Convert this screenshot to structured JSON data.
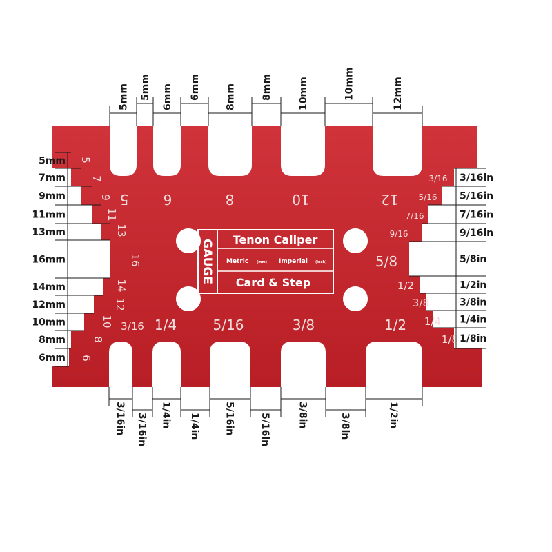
{
  "card": {
    "side_label": "GAUGE",
    "title": "Tenon Caliper",
    "metric_label": "Metric",
    "metric_unit": "(mm)",
    "imperial_label": "Imperial",
    "imperial_unit": "(inch)",
    "subtitle": "Card & Step",
    "color": "#c3252c"
  },
  "top_slot_dims": [
    "5mm",
    "5mm",
    "6mm",
    "6mm",
    "8mm",
    "8mm",
    "10mm",
    "10mm",
    "12mm"
  ],
  "top_engravings": [
    "5",
    "6",
    "8",
    "10",
    "12"
  ],
  "bottom_slot_dims": [
    "3/16in",
    "3/16in",
    "1/4in",
    "1/4in",
    "5/16in",
    "5/16in",
    "3/8in",
    "3/8in",
    "1/2in"
  ],
  "bottom_engravings": [
    "3/16",
    "1/4",
    "5/16",
    "3/8",
    "1/2"
  ],
  "left_steps": [
    "5mm",
    "7mm",
    "9mm",
    "11mm",
    "13mm",
    "16mm",
    "14mm",
    "12mm",
    "10mm",
    "8mm",
    "6mm"
  ],
  "left_engravings": [
    "5",
    "7",
    "9",
    "11",
    "13",
    "16",
    "14",
    "12",
    "10",
    "8",
    "6"
  ],
  "right_steps": [
    "3/16in",
    "5/16in",
    "7/16in",
    "9/16in",
    "5/8in",
    "1/2in",
    "3/8in",
    "1/4in",
    "1/8in"
  ],
  "right_engravings": [
    "3/16",
    "5/16",
    "7/16",
    "9/16",
    "5/8",
    "1/2",
    "3/8",
    "1/4",
    "1/8"
  ]
}
